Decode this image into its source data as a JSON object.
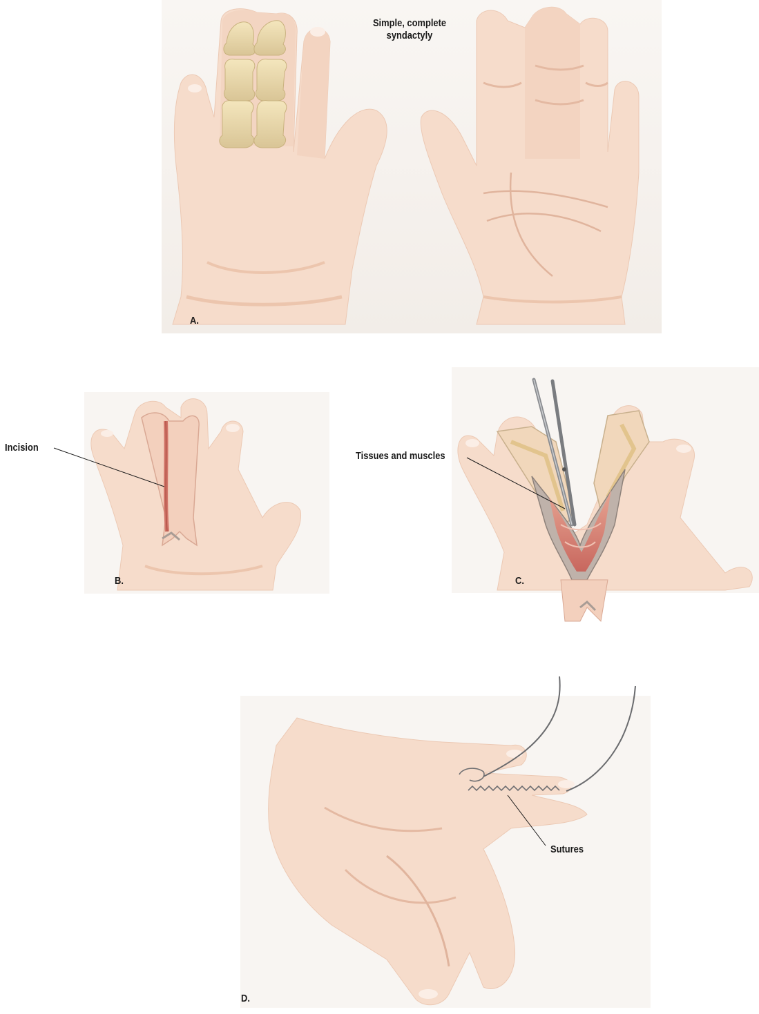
{
  "title": "Simple, complete\nsyndactyly",
  "panels": {
    "a": {
      "letter": "A."
    },
    "b": {
      "letter": "B.",
      "callout": "Incision"
    },
    "c": {
      "letter": "C.",
      "callout": "Tissues and muscles"
    },
    "d": {
      "letter": "D.",
      "callout": "Sutures"
    }
  },
  "colors": {
    "skin": "#f6dccb",
    "skin_shadow": "#e8c4ae",
    "bone": "#ecdcb0",
    "tissue": "#d98a7c",
    "instrument": "#8a8c90"
  }
}
